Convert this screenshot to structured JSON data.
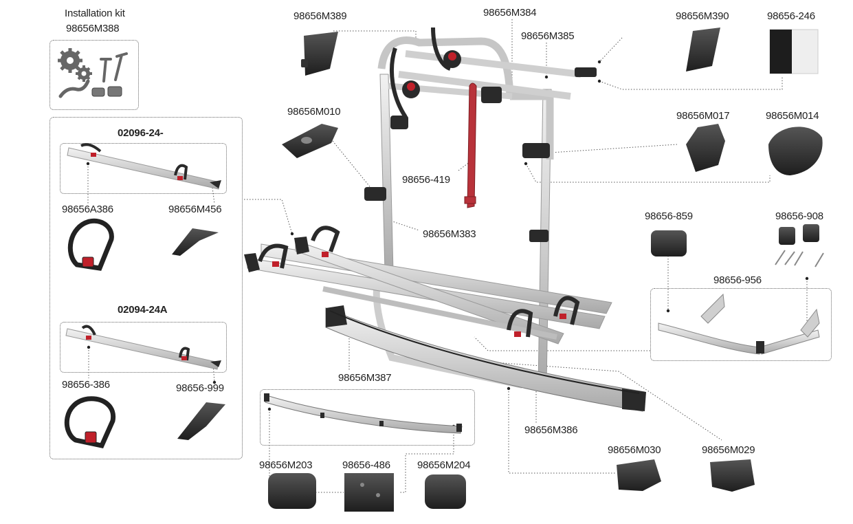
{
  "kit": {
    "title": "Installation kit",
    "code": "98656M388"
  },
  "groups": {
    "a": "02096-24-",
    "b": "02094-24A"
  },
  "parts": {
    "m389": "98656M389",
    "m384": "98656M384",
    "m385": "98656M385",
    "m390": "98656M390",
    "p246": "98656-246",
    "m010": "98656M010",
    "m017": "98656M017",
    "m014": "98656M014",
    "p419": "98656-419",
    "a386": "98656A386",
    "m456": "98656M456",
    "m383": "98656M383",
    "p859": "98656-859",
    "p908": "98656-908",
    "p956": "98656-956",
    "p386": "98656-386",
    "p999": "98656-999",
    "m387": "98656M387",
    "m386": "98656M386",
    "m030": "98656M030",
    "m029": "98656M029",
    "m203": "98656M203",
    "p486": "98656-486",
    "m204": "98656M204"
  },
  "colors": {
    "frame": "#d7d7d7",
    "frame_edge": "#9a9a9a",
    "part_dark": "#2a2a2a",
    "accent_red": "#c0202a",
    "strap_red": "#b8323a"
  }
}
